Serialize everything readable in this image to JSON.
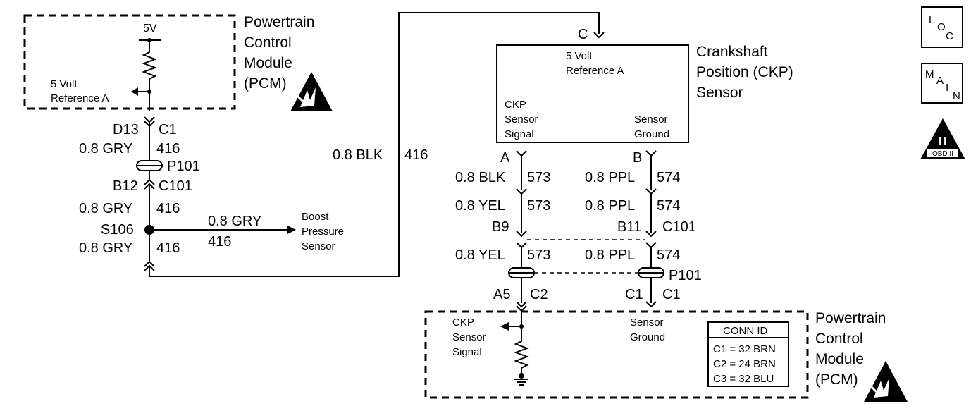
{
  "top_pcm": {
    "title": [
      "Powertrain",
      "Control",
      "Module",
      "(PCM)"
    ],
    "supply": "5V",
    "ref_label": [
      "5 Volt",
      "Reference A"
    ]
  },
  "left_circuit": {
    "pin_left": "D13",
    "pin_right": "C1",
    "wire1_color": "0.8 GRY",
    "wire1_circuit": "416",
    "connector1": "P101",
    "pin2_left": "B12",
    "pin2_right": "C101",
    "wire2_color": "0.8 GRY",
    "wire2_circuit": "416",
    "splice": "S106",
    "wire3_color": "0.8 GRY",
    "wire3_circuit": "416",
    "branch_color": "0.8 GRY",
    "branch_circuit": "416",
    "boost_label": [
      "Boost",
      "Pressure",
      "Sensor"
    ]
  },
  "black_wire": {
    "color": "0.8 BLK",
    "circuit": "416",
    "pin": "C"
  },
  "ckp_sensor": {
    "title": [
      "Crankshaft",
      "Position (CKP)",
      "Sensor"
    ],
    "ref_label": [
      "5 Volt",
      "Reference A"
    ],
    "signal_label": [
      "CKP",
      "Sensor",
      "Signal"
    ],
    "ground_label": [
      "Sensor",
      "Ground"
    ],
    "pin_a": "A",
    "pin_b": "B"
  },
  "signal_circuit": {
    "w1_color": "0.8 BLK",
    "w1_circuit": "573",
    "w2_color": "0.8 YEL",
    "w2_circuit": "573",
    "pin_b9": "B9",
    "w3_color": "0.8 YEL",
    "w3_circuit": "573",
    "pin_a5": "A5",
    "pin_c2": "C2"
  },
  "ground_circuit": {
    "w1_color": "0.8 PPL",
    "w1_circuit": "574",
    "w2_color": "0.8 PPL",
    "w2_circuit": "574",
    "pin_b11": "B11",
    "connector_c101": "C101",
    "w3_color": "0.8 PPL",
    "w3_circuit": "574",
    "connector_p101": "P101",
    "pin_c1a": "C1",
    "pin_c1b": "C1"
  },
  "bottom_pcm": {
    "title": [
      "Powertrain",
      "Control",
      "Module",
      "(PCM)"
    ],
    "signal_label": [
      "CKP",
      "Sensor",
      "Signal"
    ],
    "ground_label": [
      "Sensor",
      "Ground"
    ],
    "conn_table": {
      "header": "CONN ID",
      "rows": [
        "C1 = 32 BRN",
        "C2 = 24 BRN",
        "C3 = 32 BLU"
      ]
    }
  },
  "legend_icons": {
    "loc": [
      "L",
      "O",
      "C"
    ],
    "main": [
      "M",
      "A",
      "I",
      "N"
    ],
    "obd_numeral": "II",
    "obd_label": "OBD II"
  }
}
